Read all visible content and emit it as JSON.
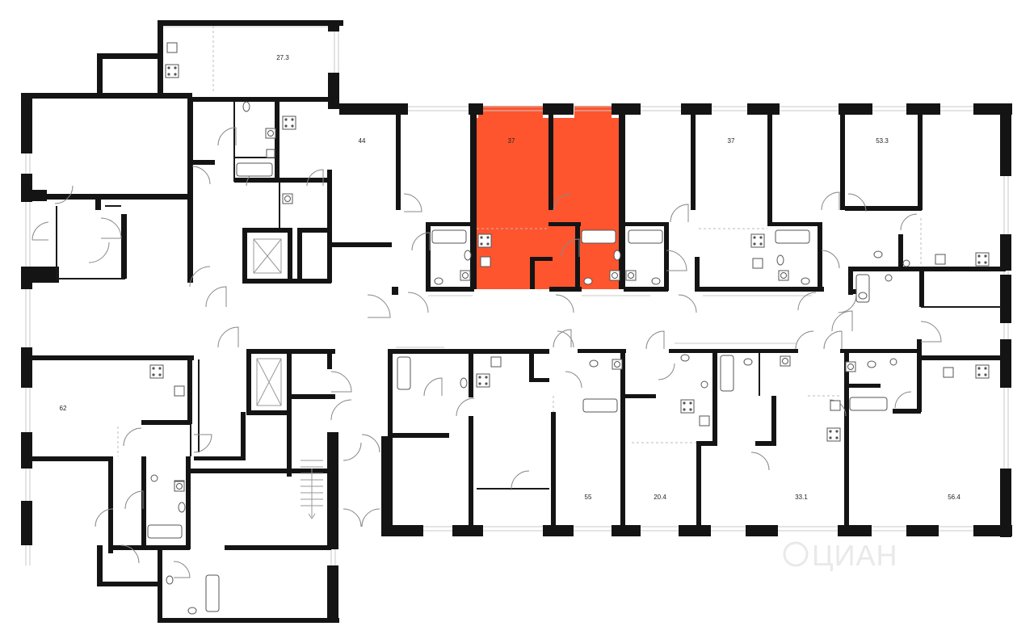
{
  "floor_plan": {
    "highlight_color": "#ff552e",
    "units": [
      {
        "id": "unit-27-3",
        "area": "27.3"
      },
      {
        "id": "unit-44",
        "area": "44"
      },
      {
        "id": "unit-37-a",
        "area": "37",
        "highlighted": true
      },
      {
        "id": "unit-37-b",
        "area": "37"
      },
      {
        "id": "unit-53-3",
        "area": "53.3"
      },
      {
        "id": "unit-62",
        "area": "62"
      },
      {
        "id": "unit-55",
        "area": "55"
      },
      {
        "id": "unit-20-4",
        "area": "20.4"
      },
      {
        "id": "unit-33-1",
        "area": "33.1"
      },
      {
        "id": "unit-56-4",
        "area": "56.4"
      }
    ],
    "watermark": "ЦИАН"
  }
}
